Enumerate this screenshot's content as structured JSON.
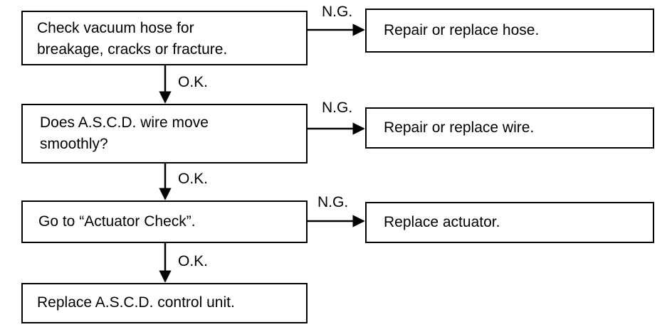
{
  "steps": [
    {
      "check": [
        "Check vacuum hose for",
        "breakage, cracks or fracture."
      ],
      "fail_label": "N.G.",
      "fail_action": "Repair or replace hose.",
      "pass_label": "O.K."
    },
    {
      "check": [
        "Does A.S.C.D. wire move",
        "smoothly?"
      ],
      "fail_label": "N.G.",
      "fail_action": "Repair or replace wire.",
      "pass_label": "O.K."
    },
    {
      "check": [
        "Go to “Actuator Check”."
      ],
      "fail_label": "N.G.",
      "fail_action": "Replace actuator.",
      "pass_label": "O.K."
    }
  ],
  "final_action": "Replace A.S.C.D. control unit."
}
